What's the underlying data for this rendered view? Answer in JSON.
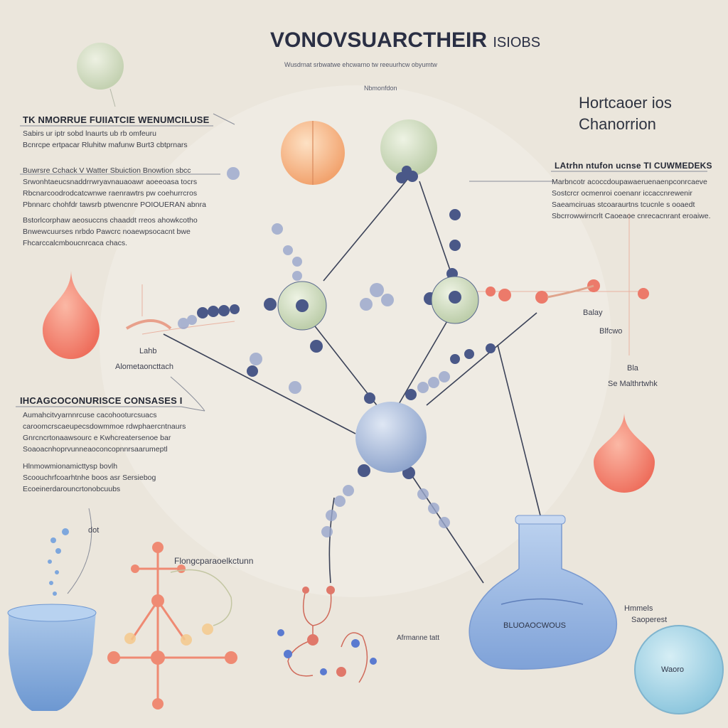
{
  "title": {
    "main": "VONOVSUARCTHEIR",
    "suffix": "ISIOBS",
    "sub1": "Wusdrnat srbwatwe ehcwarno tw reeuurhcw obyumtw",
    "sub2": "Nbmonfdon"
  },
  "top_right": {
    "line1": "Hortcaoer ios",
    "line2": "Chanorrion"
  },
  "left_block_1": {
    "heading": "TK NMORRUE FUIIATCIE WENUMCILUSE",
    "lines": [
      "Sabirs ur iptr sobd lnaurts ub rb omfeuru",
      "Bcnrcpe ertpacar Rluhitw mafunw Burt3 cbtprnars"
    ]
  },
  "left_block_2": {
    "heading": "Buwrsre Cchack V Watter Sbuiction Bnowtion sbcc",
    "lines": [
      "Srwonhtaeucsnaddrrwryavnauaoawr aoeeoasa tocrs",
      "Rbcnarcoodrodcatcwnwe raenrawtrs pw coehurrcros",
      "Pbnnarc chohfdr tawsrb ptwencnre POIOUERAN abnra",
      "Bstorlcorphaw aeosuccns chaaddt rreos ahowkcotho",
      "Bnwewcuurses nrbdo Pawcrc noaewpsocacnt bwe",
      "Fhcarccalcmboucnrcaca chacs."
    ]
  },
  "left_labels": {
    "label_a": "Lahb",
    "label_b": "Alometaoncttach"
  },
  "left_block_3": {
    "heading": "IHCAGCOCONURISCE CONSASES I",
    "lines": [
      "Aumahcitvyarnnrcuse cacohooturcsuacs",
      "caroomcrscaeupecsdowmmoe rdwphaercntnaurs",
      "Gnrcncrtonaawsourc e Kwhcreatersenoe bar",
      "Soaoacnhoprvunneaoconcopnnrsaarumeptl",
      "Hlnmowmionamicttysp bovlh",
      "Scoouchrfcoarhtnhe boos asr Sersiebog",
      "Ecoeinerdarouncrtonobcuubs"
    ]
  },
  "right_block": {
    "heading": "LAtrhn ntufon ucnse TI CUWMEDEKS",
    "lines": [
      "Marbncotr acoccdoupawaeruenaenpconrcaeve",
      "Sostcrcr ocmenroi coenanr iccaccnrewenir",
      "Saeamciruas stcoaraurtns tcucnle s ooaedt",
      "Sbcrrowwirncrlt Caoeaoe cnrecacnrant eroaiwe."
    ]
  },
  "right_labels": {
    "label_a": "Balay",
    "label_b": "Blfcwo",
    "label_c": "Bla",
    "label_d": "Se Malthrtwhk"
  },
  "misc_labels": {
    "dot": "dot",
    "floor_label": "Flongcparaoelkctunn",
    "bottom_center": "Afrmanne tatt"
  },
  "flask_label": "BLUOAOCWOUS",
  "right_bottom_label": {
    "line1": "Hmmels",
    "line2": "Saoperest"
  },
  "sphere_label": "Waoro",
  "colors": {
    "background": "#ebe6dc",
    "node_blue": "#8fa3c9",
    "node_green": "#c9d6b8",
    "node_orange": "#f2b07f",
    "accent_red": "#ef7866",
    "line": "#3b4258"
  }
}
